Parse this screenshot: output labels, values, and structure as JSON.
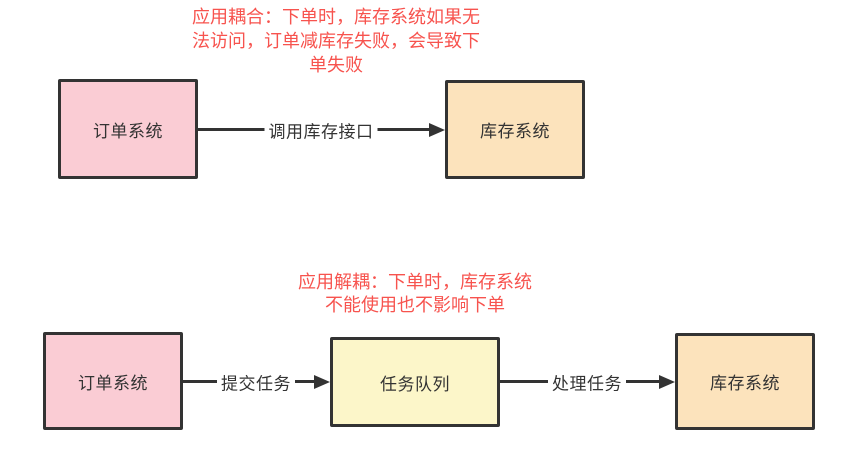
{
  "colors": {
    "pink": "#faccd4",
    "yellow": "#fcf6c9",
    "orange": "#fce3bc",
    "border": "#333333",
    "arrow": "#333333",
    "box_text": "#333333",
    "red_text": "#f7534e"
  },
  "top_diagram": {
    "caption": "应用耦合：下单时，库存系统如果无\n法访问，订单减库存失败，会导致下\n单失败",
    "nodes": {
      "order": {
        "label": "订单系统"
      },
      "inventory": {
        "label": "库存系统"
      }
    },
    "edge_label": "调用库存接口"
  },
  "bottom_diagram": {
    "caption": "应用解耦：下单时，库存系统\n不能使用也不影响下单",
    "nodes": {
      "order": {
        "label": "订单系统"
      },
      "queue": {
        "label": "任务队列"
      },
      "inventory": {
        "label": "库存系统"
      }
    },
    "edge_labels": {
      "submit": "提交任务",
      "process": "处理任务"
    }
  }
}
